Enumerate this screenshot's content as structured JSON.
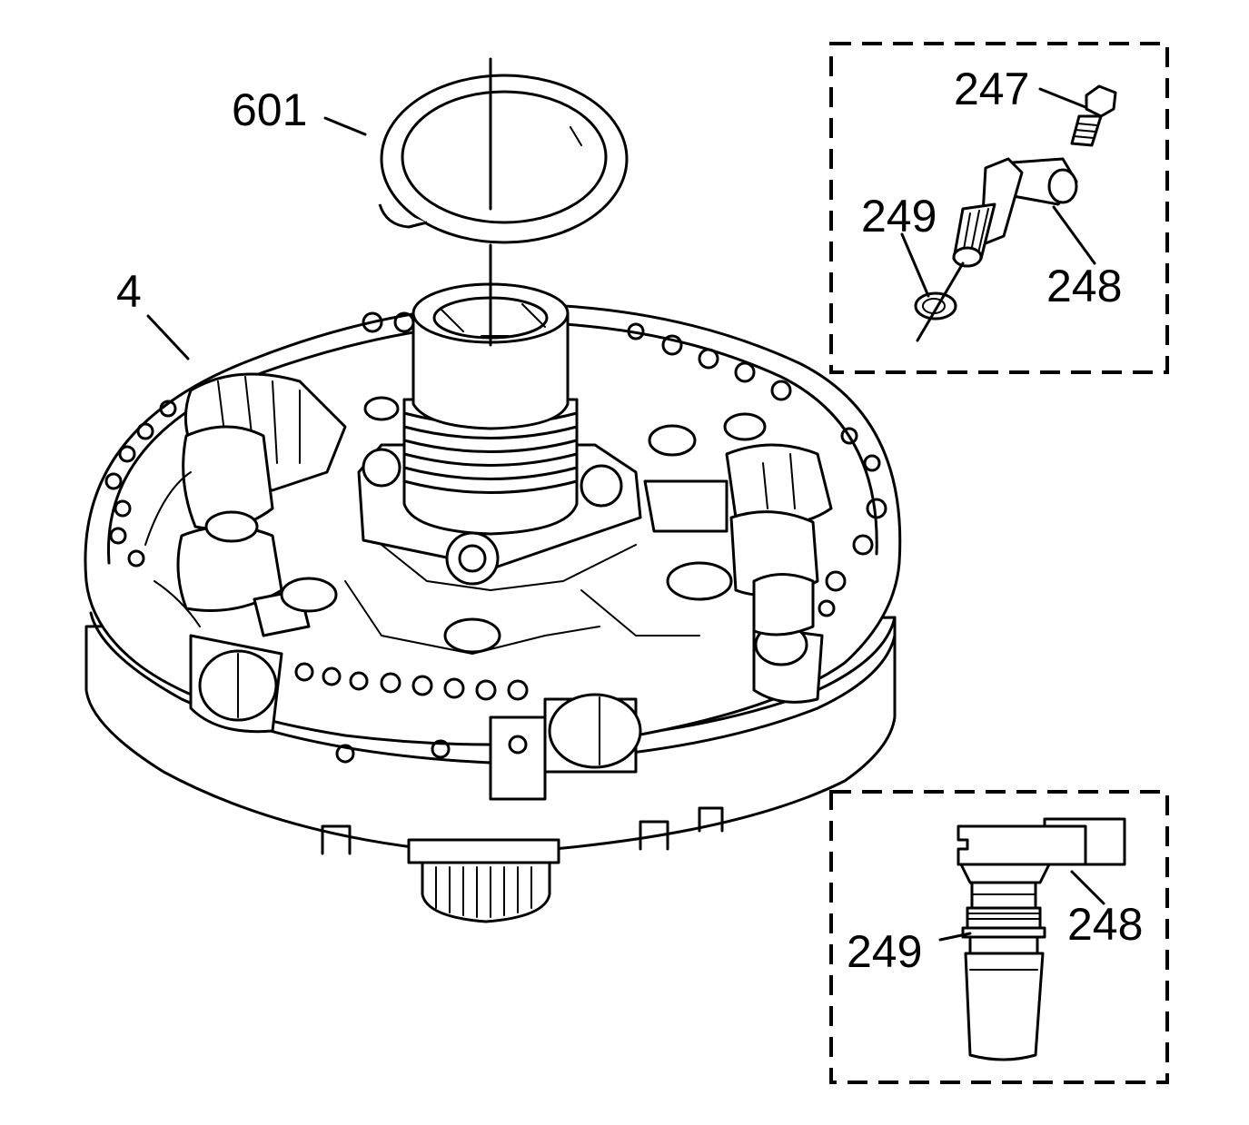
{
  "callouts": {
    "washer": "601",
    "pump_assembly": "4",
    "bolt": "247",
    "sensor": "248",
    "seal": "249"
  },
  "detail_top": {
    "bolt_label": "247",
    "sensor_label": "248",
    "seal_label": "249"
  },
  "detail_bottom": {
    "sensor_label": "248",
    "seal_label": "249"
  },
  "colors": {
    "line": "#000000",
    "background": "#ffffff"
  }
}
